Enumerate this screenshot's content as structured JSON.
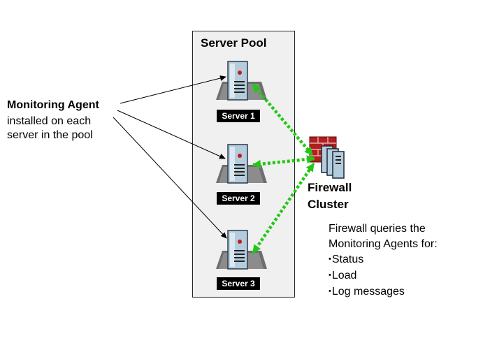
{
  "pool": {
    "title": "Server Pool"
  },
  "servers": [
    {
      "label": "Server 1"
    },
    {
      "label": "Server 2"
    },
    {
      "label": "Server 3"
    }
  ],
  "agent": {
    "title": "Monitoring Agent",
    "desc_line1": "installed on each",
    "desc_line2": "server in the pool"
  },
  "firewall": {
    "label_line1": "Firewall",
    "label_line2": "Cluster",
    "query_line1": "Firewall queries the",
    "query_line2": "Monitoring Agents for:",
    "items": [
      "Status",
      "Load",
      "Log messages"
    ]
  },
  "colors": {
    "arrow_green": "#22c814",
    "server_body": "#b4ccdc",
    "server_base": "#6e6e6e",
    "firewall_brick": "#b41e1e",
    "pool_background": "#f0f0f0"
  }
}
